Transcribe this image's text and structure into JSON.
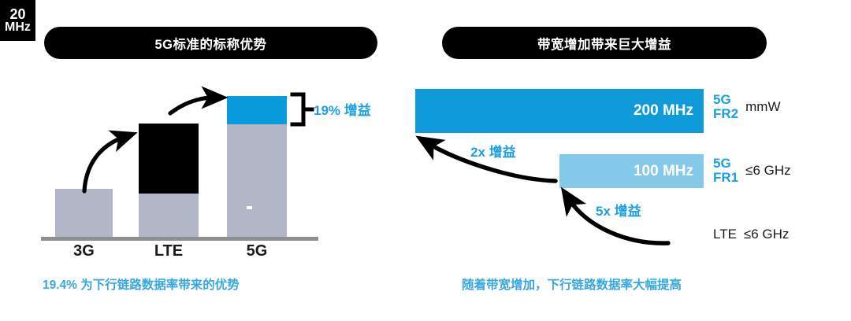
{
  "left": {
    "title": "5G标准的标称优势",
    "caption": "19.4% 为下行链路数据率带来的优势",
    "gain_label": "19% 增益",
    "bracket_icon": "brace-right-icon",
    "arrow_1_icon": "curved-arrow-up-right-icon",
    "arrow_2_icon": "curved-arrow-up-right-icon",
    "axis_labels": [
      "3G",
      "LTE",
      "5G"
    ],
    "colors": {
      "gray": "#b2b6c6",
      "black": "#000000",
      "blue": "#0a9bdc",
      "accent_text": "#35a8e0",
      "baseline": "#8f8f93"
    }
  },
  "right": {
    "title": "带宽增加带来巨大增益",
    "caption": "随着带宽增加，下行链路数据率大幅提高",
    "gain_2x": "2x 增益",
    "gain_5x": "5x 增益",
    "arrow_2x_icon": "curved-arrow-up-left-icon",
    "arrow_5x_icon": "curved-arrow-up-left-icon",
    "tiers": [
      {
        "value": "200 MHz",
        "gen_line1": "5G",
        "gen_line2": "FR2",
        "band": "mmW",
        "color": "#0f9bda"
      },
      {
        "value": "100 MHz",
        "gen_line1": "5G",
        "gen_line2": "FR1",
        "band": "≤6 GHz",
        "color": "#84c9ea"
      },
      {
        "value_num": "20",
        "value_unit": "MHz",
        "gen_line1": "LTE",
        "band": "≤6 GHz",
        "color": "#000000"
      }
    ]
  },
  "chart_data": [
    {
      "type": "bar",
      "title": "5G标准的标称优势",
      "categories": [
        "3G",
        "LTE",
        "5G"
      ],
      "series": [
        {
          "name": "base",
          "values": [
            62,
            145,
            145
          ],
          "color": "#b2b6c6"
        },
        {
          "name": "increment",
          "values": [
            0,
            89,
            36
          ],
          "color": "#000000"
        }
      ],
      "annotations": [
        "19% 增益",
        "19.4% 为下行链路数据率带来的优势"
      ],
      "xlabel": "",
      "ylabel": "",
      "grid": false,
      "legend": "none"
    },
    {
      "type": "bar",
      "title": "带宽增加带来巨大增益",
      "orientation": "horizontal",
      "categories": [
        "5G FR2 (mmW)",
        "5G FR1 (≤6 GHz)",
        "LTE (≤6 GHz)"
      ],
      "values": [
        200,
        100,
        20
      ],
      "unit": "MHz",
      "annotations": [
        "2x 增益",
        "5x 增益",
        "随着带宽增加，下行链路数据率大幅提高"
      ],
      "xlabel": "",
      "ylabel": "",
      "grid": false,
      "legend": "none"
    }
  ]
}
